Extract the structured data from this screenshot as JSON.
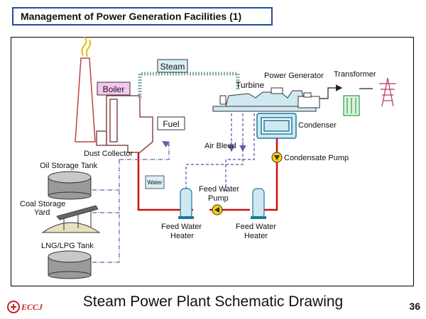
{
  "slide": {
    "title": "Management of Power Generation Facilities (1)",
    "caption": "Steam Power Plant Schematic Drawing",
    "page_number": "36",
    "logo_text": "ECCJ"
  },
  "labels": {
    "steam": "Steam",
    "boiler": "Boiler",
    "power_generator": "Power Generator",
    "transformer": "Transformer",
    "turbine": "Turbine",
    "fuel": "Fuel",
    "condenser": "Condenser",
    "air_bleed": "Air Bleed",
    "dust_collector": "Dust Collector",
    "condensate_pump": "Condensate Pump",
    "oil_storage_tank": "Oil Storage Tank",
    "water": "Water",
    "feed_water_pump_1": "Feed Water",
    "feed_water_pump_2": "Pump",
    "coal_storage_yard_1": "Coal Storage",
    "coal_storage_yard_2": "Yard",
    "feed_water_heater_left_1": "Feed Water",
    "feed_water_heater_left_2": "Heater",
    "feed_water_heater_right_1": "Feed Water",
    "feed_water_heater_right_2": "Heater",
    "lng_lpg_tank": "LNG/LPG Tank"
  },
  "colors": {
    "frame_border": "#1f4e9c",
    "boiler_fill": "#f5c6f0",
    "steam_fill": "#d9f0f7",
    "turbine_fill": "#cfe8f2",
    "water_pipe": "#cc1111",
    "pump_fill": "#ffd200",
    "fuel_line": "#6a5aa8"
  }
}
